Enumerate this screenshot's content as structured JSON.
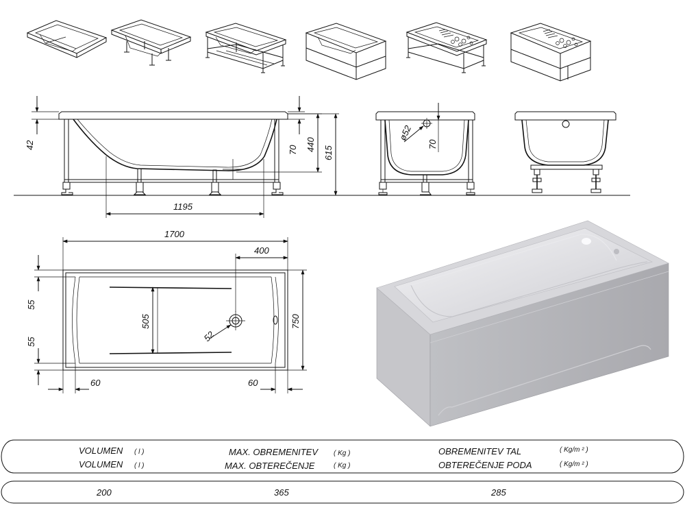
{
  "dimensions": {
    "side_height_42": "42",
    "side_rim_70": "70",
    "side_depth_440": "440",
    "side_total_615": "615",
    "side_bottom_1195": "1195",
    "end_hole_diameter": "ø52",
    "end_rim_70": "70",
    "plan_length_1700": "1700",
    "plan_drain_offset_400": "400",
    "plan_inner_width_505": "505",
    "plan_drain_52": "52",
    "plan_width_750": "750",
    "plan_edge_55_top": "55",
    "plan_edge_55_bottom": "55",
    "plan_end_60_left": "60",
    "plan_end_60_right": "60"
  },
  "table": {
    "row1": {
      "volume_label": "VOLUMEN",
      "volume_unit": "( l )",
      "max_load_label": "MAX. OBREMENITEV",
      "max_load_unit": "( Kg )",
      "floor_load_label": "OBREMENITEV TAL",
      "floor_load_unit": "( Kg/m ² )"
    },
    "row2": {
      "volume_label": "VOLUMEN",
      "volume_unit": "( l )",
      "max_load_label": "MAX. OBTEREČENJE",
      "max_load_unit": "( Kg )",
      "floor_load_label": "OBTEREČENJE PODA",
      "floor_load_unit": "( Kg/m ² )"
    },
    "values": {
      "volume": "200",
      "max_load": "365",
      "floor_load": "285"
    }
  },
  "colors": {
    "line": "#111111",
    "tub_front": "#b9b9bd",
    "tub_side": "#c9c9cd",
    "tub_top": "#d8d8dc",
    "tub_inner": "#e6e6ea"
  }
}
